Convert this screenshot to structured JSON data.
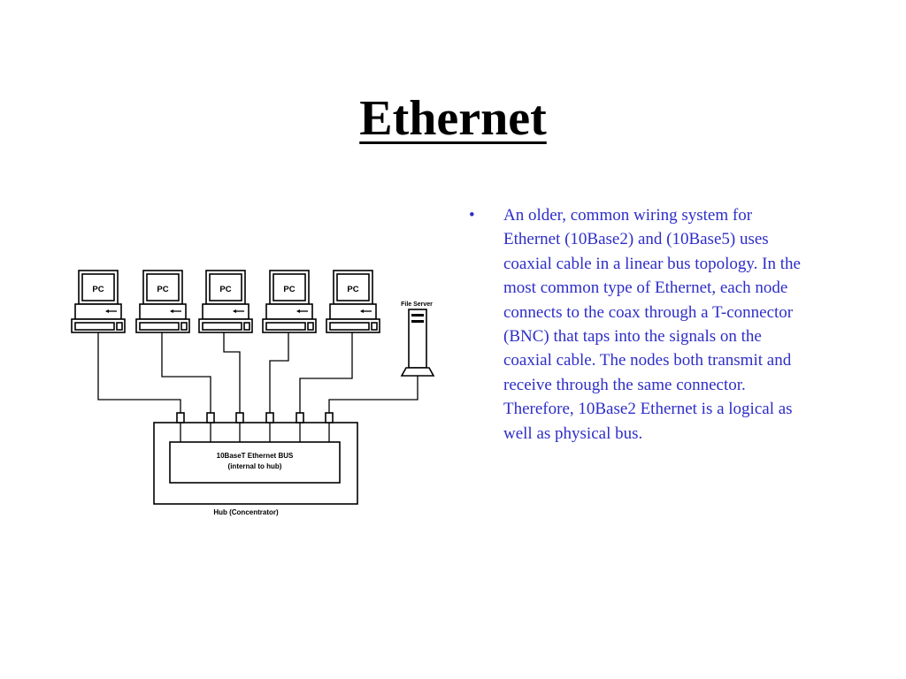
{
  "slide": {
    "title": "Ethernet",
    "bullet_marker": "•",
    "bullet_text": "An older, common wiring system for Ethernet (10Base2) and (10Base5) uses coaxial cable in a linear bus topology. In the most common type of Ethernet, each node connects to the coax through a T-connector (BNC) that taps into the signals on the coaxial cable. The nodes both transmit and receive through the same connector. Therefore, 10Base2 Ethernet is a logical as well as physical bus."
  },
  "diagram": {
    "pc_label": "PC",
    "pcs": [
      "PC",
      "PC",
      "PC",
      "PC",
      "PC"
    ],
    "file_server_label": "File Server",
    "bus_label_line1": "10BaseT Ethernet BUS",
    "bus_label_line2": "(internal to hub)",
    "hub_label": "Hub (Concentrator)"
  },
  "colors": {
    "bullet_text": "#2e2ec8",
    "title": "#000000",
    "diagram_lines": "#000000"
  }
}
